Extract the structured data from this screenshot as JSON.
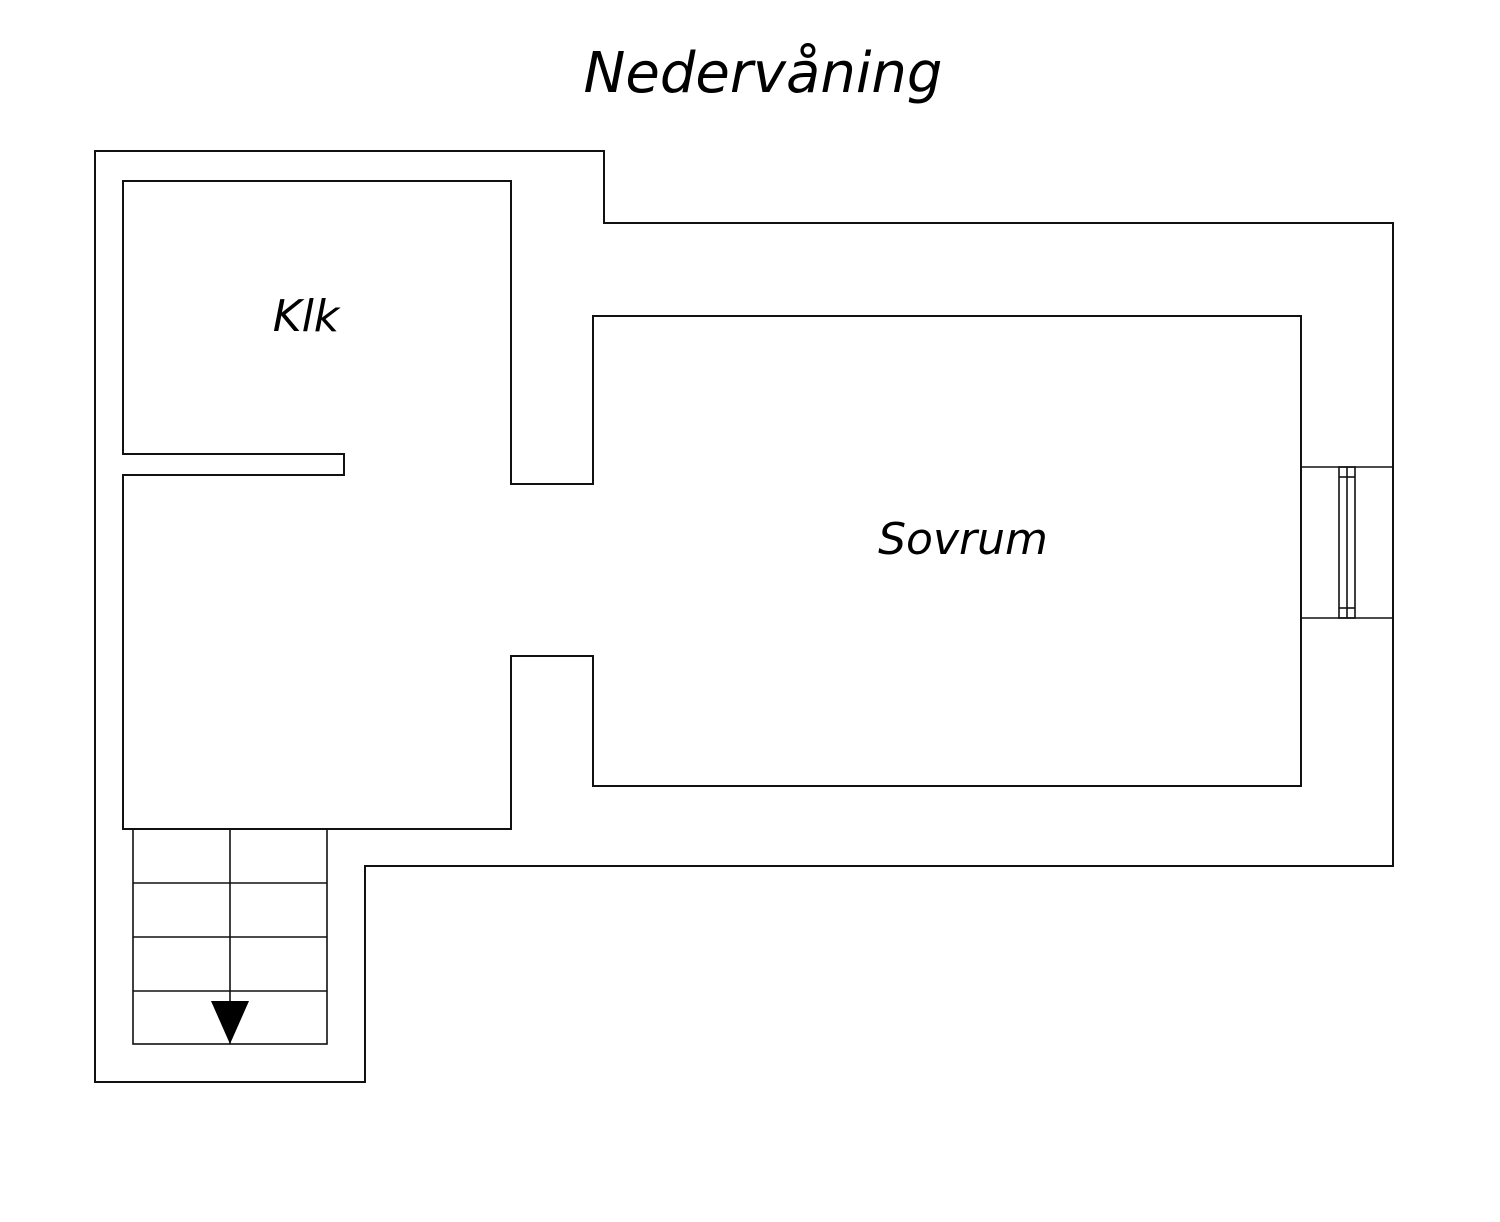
{
  "plan": {
    "title": "Nedervåning",
    "rooms": {
      "klk": "Klk",
      "sovrum": "Sovrum"
    },
    "stair_direction": "down",
    "line_color": "#111111",
    "background_color": "#ffffff"
  }
}
